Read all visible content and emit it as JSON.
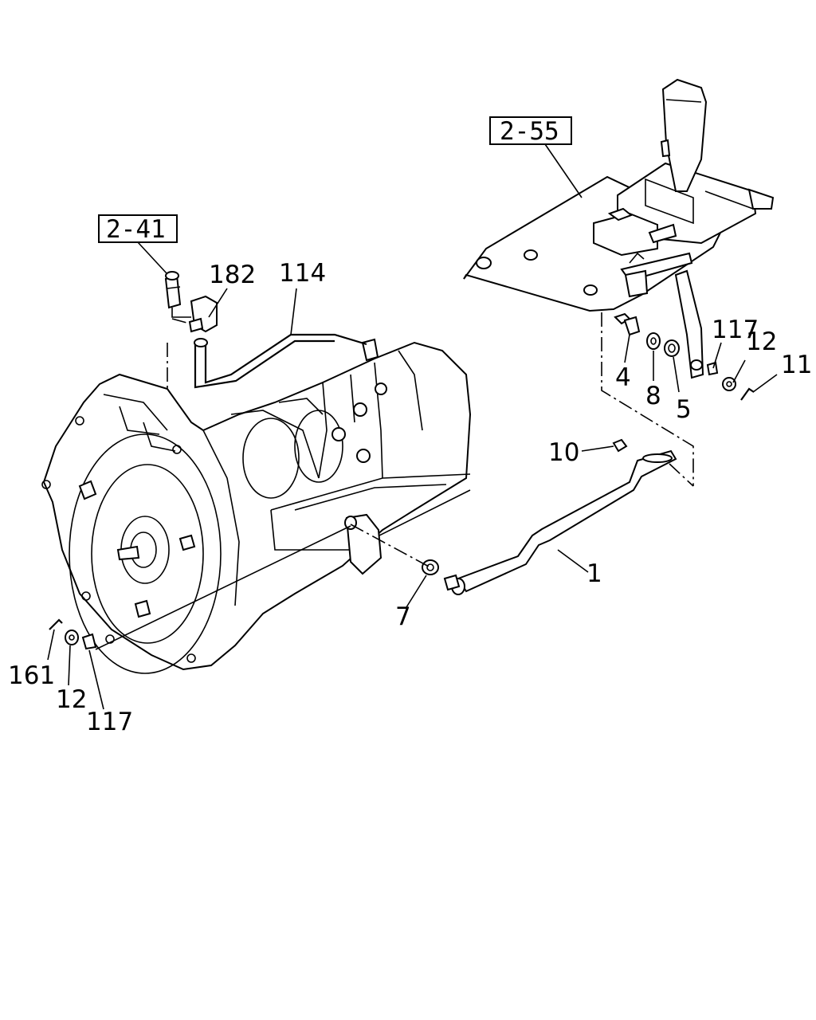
{
  "refs": {
    "shifter_ref": "2-55",
    "cooler_ref": "2-41"
  },
  "callouts": {
    "c182": "182",
    "c114": "114",
    "c117_top": "117",
    "c12_top": "12",
    "c11": "11",
    "c4": "4",
    "c8": "8",
    "c5": "5",
    "c10": "10",
    "c1": "1",
    "c7": "7",
    "c161": "161",
    "c12_bottom": "12",
    "c117_bottom": "117"
  }
}
